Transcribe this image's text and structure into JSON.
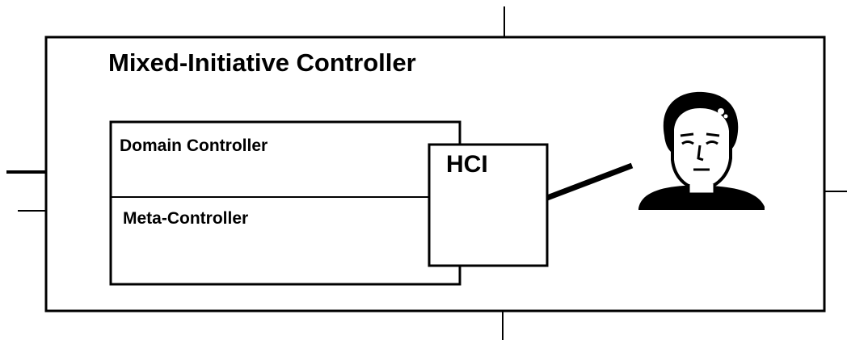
{
  "diagram": {
    "outer_box": {
      "title": "Mixed-Initiative Controller"
    },
    "inner_box": {
      "domain_label": "Domain Controller",
      "meta_label": "Meta-Controller"
    },
    "hci_box": {
      "label": "HCI"
    },
    "human": {
      "icon": "human-face-icon"
    },
    "colors": {
      "line": "#000000",
      "background": "#ffffff"
    }
  }
}
